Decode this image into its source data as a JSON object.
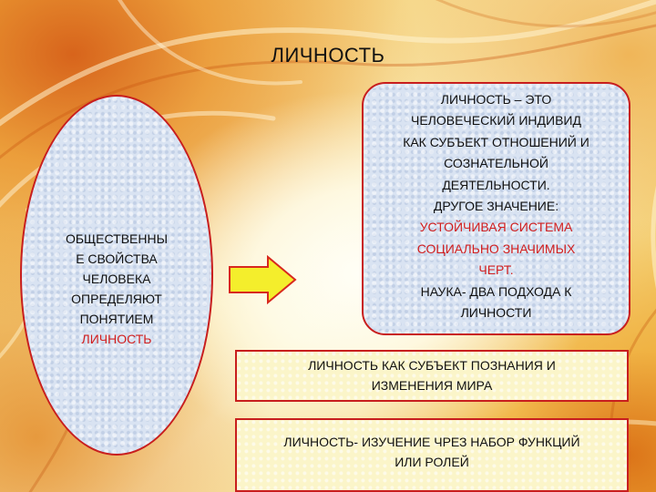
{
  "title": "ЛИЧНОСТЬ",
  "left_ellipse": {
    "lines": [
      "ОБЩЕСТВЕННЫ",
      "Е СВОЙСТВА",
      "ЧЕЛОВЕКА",
      "ОПРЕДЕЛЯЮТ",
      "ПОНЯТИЕМ"
    ],
    "accent_line": "ЛИЧНОСТЬ"
  },
  "right_box": {
    "definition_lines": [
      "ЛИЧНОСТЬ – ЭТО",
      "ЧЕЛОВЕЧЕСКИЙ ИНДИВИД",
      "КАК СУБЪЕКТ ОТНОШЕНИЙ И",
      "СОЗНАТЕЛЬНОЙ",
      "ДЕЯТЕЛЬНОСТИ."
    ],
    "other_meaning_label": "ДРУГОЕ ЗНАЧЕНИЕ:",
    "other_meaning_lines": [
      "УСТОЙЧИВАЯ СИСТЕМА",
      "СОЦИАЛЬНО ЗНАЧИМЫХ",
      "ЧЕРТ."
    ],
    "science_lines": [
      "НАУКА- ДВА ПОДХОДА К",
      "ЛИЧНОСТИ"
    ]
  },
  "approach_1_lines": [
    "ЛИЧНОСТЬ КАК СУБЪЕКТ ПОЗНАНИЯ И",
    "ИЗМЕНЕНИЯ МИРА"
  ],
  "approach_2_lines": [
    "ЛИЧНОСТЬ- ИЗУЧЕНИЕ ЧРЕЗ НАБОР ФУНКЦИЙ",
    "ИЛИ РОЛЕЙ"
  ],
  "colors": {
    "accent_red": "#d11f1f",
    "border_red": "#c81e1e",
    "arrow_fill": "#f4ee2c",
    "arrow_stroke": "#d8281e"
  },
  "icons": {
    "arrow": "right-arrow-icon"
  }
}
